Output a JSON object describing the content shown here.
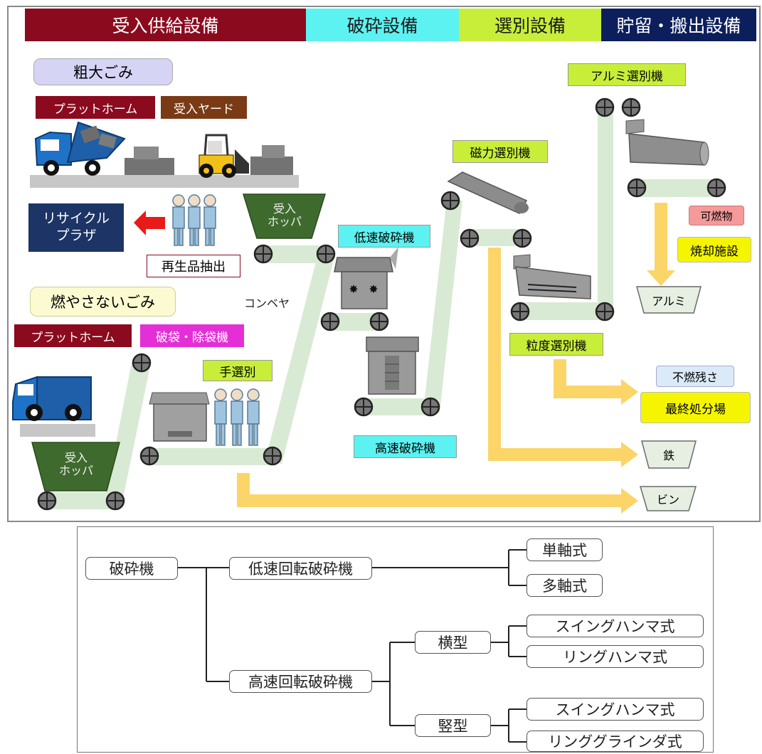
{
  "headers": {
    "intake": "受入供給設備",
    "crushing": "破砕設備",
    "sorting": "選別設備",
    "storage": "貯留・搬出設備"
  },
  "colors": {
    "intake": "#8b0a1e",
    "crushing": "#5df2f2",
    "sorting": "#c8ee3a",
    "storage": "#0c1f5c",
    "arrow": "#fcd569",
    "conveyor": "#d8ead3",
    "hopper": "#3f6a2e"
  },
  "labels": {
    "bulky_waste": "粗大ごみ",
    "platform_top": "プラットホーム",
    "receiving_yard": "受入ヤード",
    "recycle_plaza": "リサイクル\nプラザ",
    "regenerate_extract": "再生品抽出",
    "hopper_top": "受入\nホッパ",
    "conveyor": "コンベヤ",
    "nonburnable_waste": "燃やさないごみ",
    "platform_bottom": "プラットホーム",
    "bag_breaker": "破袋・除袋機",
    "hand_sorting": "手選別",
    "hopper_bottom": "受入\nホッパ",
    "low_speed_crusher": "低速破砕機",
    "high_speed_crusher": "高速破砕機",
    "magnetic_separator": "磁力選別機",
    "aluminum_separator": "アルミ選別機",
    "size_separator": "粒度選別機",
    "combustible": "可燃物",
    "incineration": "焼却施設",
    "aluminum": "アルミ",
    "incombustible_residue": "不燃残さ",
    "final_disposal": "最終処分場",
    "iron": "鉄",
    "bottle": "ビン"
  },
  "tree": {
    "root": "破砕機",
    "low_speed": "低速回転破砕機",
    "single_shaft": "単軸式",
    "multi_shaft": "多軸式",
    "high_speed": "高速回転破砕機",
    "horizontal": "横型",
    "vertical": "竪型",
    "swing_hammer_h": "スイングハンマ式",
    "ring_hammer_h": "リングハンマ式",
    "swing_hammer_v": "スイングハンマ式",
    "ring_grinder_v": "リンググラインダ式"
  }
}
